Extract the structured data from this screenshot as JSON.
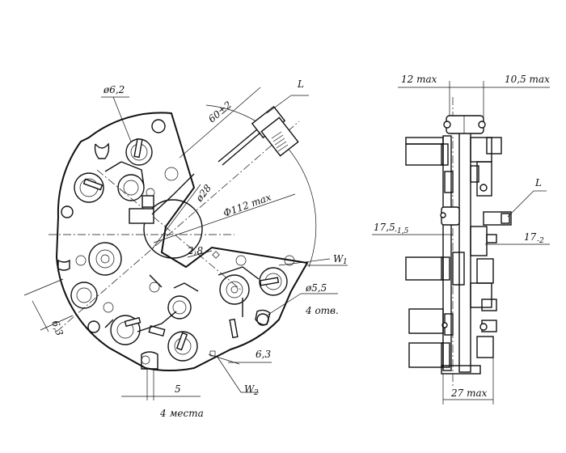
{
  "labels": {
    "d_6_2": "ø6,2",
    "d_60": "60±2",
    "lead": "L",
    "d_28": "ø28",
    "d_112": "Ф112 max",
    "d_2_8": "2,8",
    "w1": "W",
    "w1_sub": "1",
    "d_5_5": "ø5,5",
    "holes_4": "4 отв.",
    "d_6_3_left": "6,3",
    "d_6_3_right": "6,3",
    "d_5": "5",
    "places_4": "4 места",
    "w2": "W",
    "w2_sub": "2",
    "side_12max": "12 max",
    "side_10_5max": "10,5 max",
    "side_lead": "L",
    "side_17_5": "17,5",
    "side_17_5_tol": "-1,5",
    "side_17": "17",
    "side_17_tol": "-2",
    "side_27max": "27 max"
  }
}
